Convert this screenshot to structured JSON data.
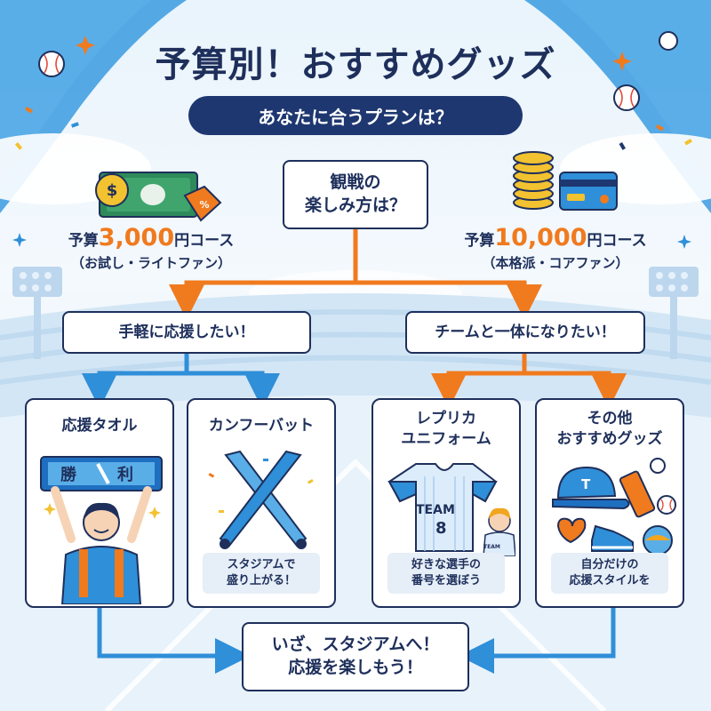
{
  "header": {
    "title": "予算別！おすすめグッズ",
    "subtitle": "あなたに合うプランは？"
  },
  "start": {
    "line1": "観戦の",
    "line2": "楽しみ方は？"
  },
  "courses": {
    "left": {
      "prefix": "予算",
      "amount": "3,000",
      "suffix": "円コース",
      "note": "（お試し・ライトファン）"
    },
    "right": {
      "prefix": "予算",
      "amount": "10,000",
      "suffix": "円コース",
      "note": "（本格派・コアファン）"
    }
  },
  "branches": {
    "left": "手軽に応援したい！",
    "right": "チームと一体になりたい！"
  },
  "cards": [
    {
      "title": "応援タオル",
      "towel_text1": "勝",
      "towel_text2": "利"
    },
    {
      "title": "カンフーバット",
      "note_line1": "スタジアムで",
      "note_line2": "盛り上がる！"
    },
    {
      "title_line1": "レプリカ",
      "title_line2": "ユニフォーム",
      "jersey_text": "TEAM",
      "jersey_number": "8",
      "shirt_text": "TEAM",
      "note_line1": "好きな選手の",
      "note_line2": "番号を選ぼう"
    },
    {
      "title_line1": "その他",
      "title_line2": "おすすめグッズ",
      "cap_letter": "T",
      "note_line1": "自分だけの",
      "note_line2": "応援スタイルを"
    }
  ],
  "finish": {
    "line1": "いざ、スタジアムへ！",
    "line2": "応援を楽しもう！"
  },
  "colors": {
    "navy": "#1e2f5b",
    "orange": "#f07a1e",
    "blue": "#2f8fd8",
    "accent_orange": "#f07a1e"
  }
}
